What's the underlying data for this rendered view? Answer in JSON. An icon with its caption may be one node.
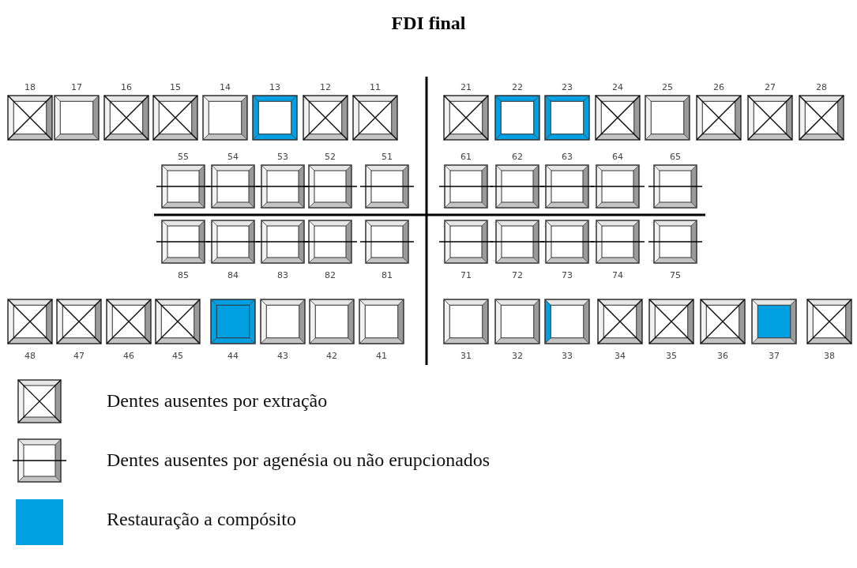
{
  "diagram": {
    "title": "FDI final",
    "nodes": [
      {
        "text": [
          "18"
        ]
      },
      {
        "text": [
          "17"
        ]
      },
      {
        "text": [
          "16"
        ]
      },
      {
        "text": [
          "15"
        ]
      },
      {
        "text": [
          "14"
        ]
      },
      {
        "text": [
          "13"
        ]
      },
      {
        "text": [
          "12"
        ]
      },
      {
        "text": [
          "11"
        ]
      },
      {
        "text": [
          "21"
        ]
      },
      {
        "text": [
          "22"
        ]
      },
      {
        "text": [
          "23"
        ]
      },
      {
        "text": [
          "24"
        ]
      },
      {
        "text": [
          "25"
        ]
      },
      {
        "text": [
          "26"
        ]
      },
      {
        "text": [
          "27"
        ]
      },
      {
        "text": [
          "28"
        ]
      },
      {
        "text": [
          "55"
        ]
      },
      {
        "text": [
          "54"
        ]
      },
      {
        "text": [
          "53"
        ]
      },
      {
        "text": [
          "52"
        ]
      },
      {
        "text": [
          "51"
        ]
      },
      {
        "text": [
          "61"
        ]
      },
      {
        "text": [
          "62"
        ]
      },
      {
        "text": [
          "63"
        ]
      },
      {
        "text": [
          "64"
        ]
      },
      {
        "text": [
          "65"
        ]
      },
      {
        "text": [
          "85"
        ]
      },
      {
        "text": [
          "84"
        ]
      },
      {
        "text": [
          "83"
        ]
      },
      {
        "text": [
          "82"
        ]
      },
      {
        "text": [
          "81"
        ]
      },
      {
        "text": [
          "71"
        ]
      },
      {
        "text": [
          "72"
        ]
      },
      {
        "text": [
          "73"
        ]
      },
      {
        "text": [
          "74"
        ]
      },
      {
        "text": [
          "75"
        ]
      },
      {
        "text": [
          "48"
        ]
      },
      {
        "text": [
          "47"
        ]
      },
      {
        "text": [
          "46"
        ]
      },
      {
        "text": [
          "45"
        ]
      },
      {
        "text": [
          "44"
        ]
      },
      {
        "text": [
          "43"
        ]
      },
      {
        "text": [
          "42"
        ]
      },
      {
        "text": [
          "41"
        ]
      },
      {
        "text": [
          "31"
        ]
      },
      {
        "text": [
          "32"
        ]
      },
      {
        "text": [
          "33"
        ]
      },
      {
        "text": [
          "34"
        ]
      },
      {
        "text": [
          "35"
        ]
      },
      {
        "text": [
          "36"
        ]
      },
      {
        "text": [
          "37"
        ]
      },
      {
        "text": [
          "38"
        ]
      }
    ],
    "legend": [
      {
        "text": "Dentes ausentes por extração"
      },
      {
        "text": "Dentes ausentes por agenésia ou não erupcionados"
      },
      {
        "text": "Restauração a compósito",
        "color": "#00a0e3"
      }
    ]
  }
}
